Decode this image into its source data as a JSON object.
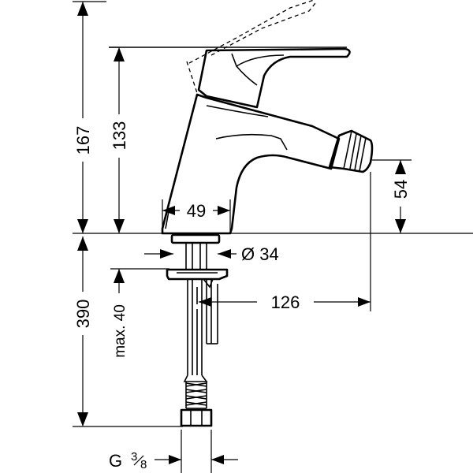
{
  "dimensions": {
    "total_height": "167",
    "lever_height": "133",
    "spout_height": "54",
    "base_width": "49",
    "hole_diameter": "Ø 34",
    "reach": "126",
    "below_total": "390",
    "max_thickness": "max. 40",
    "connection_main": "G",
    "connection_num": "3",
    "connection_den": "8"
  }
}
